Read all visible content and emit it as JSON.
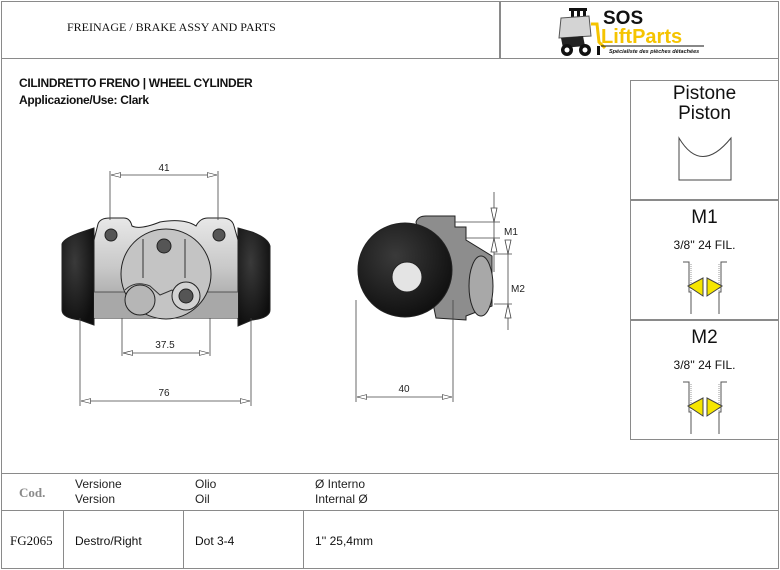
{
  "header": {
    "title": "FREINAGE / BRAKE ASSY AND PARTS",
    "logo": {
      "line1": "SOS",
      "line2": "LiftParts",
      "tagline": "Spécialiste des pièches détachées",
      "colors": {
        "primary": "#111111",
        "accent": "#f5c400"
      }
    }
  },
  "product": {
    "title": "CILINDRETTO FRENO | WHEEL CYLINDER",
    "use": "Applicazione/Use: Clark"
  },
  "drawing": {
    "dimensions": {
      "top_spacing": "41",
      "inner_spacing": "37.5",
      "overall_length": "76",
      "side_width": "40",
      "m1_label": "M1",
      "m2_label": "M2"
    }
  },
  "side_panels": {
    "piston": {
      "title_it": "Pistone",
      "title_en": "Piston"
    },
    "m1": {
      "title": "M1",
      "spec": "3/8'' 24 FIL."
    },
    "m2": {
      "title": "M2",
      "spec": "3/8'' 24 FIL."
    }
  },
  "table": {
    "headers": {
      "cod": "Cod.",
      "version_it": "Versione",
      "version_en": "Version",
      "oil_it": "Olio",
      "oil_en": "Oil",
      "diameter_it": "Ø Interno",
      "diameter_en": "Internal Ø"
    },
    "rows": [
      {
        "cod": "FG2065",
        "version": "Destro/Right",
        "oil": "Dot 3-4",
        "diameter": "1'' 25,4mm"
      }
    ]
  }
}
